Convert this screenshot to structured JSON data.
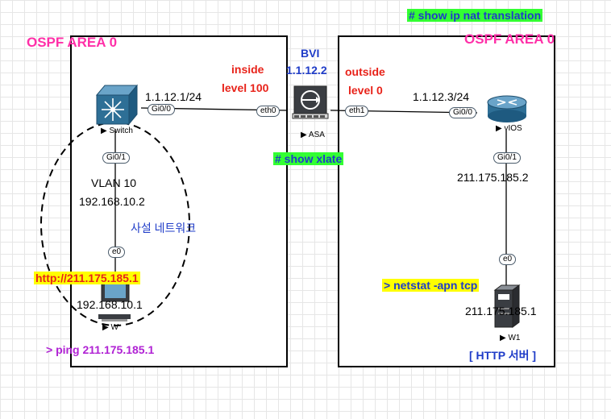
{
  "left_area": {
    "title": "OSPF AREA 0"
  },
  "right_area": {
    "title": "OSPF AREA 0",
    "command": "# show ip nat translation"
  },
  "asa": {
    "name": "ASA",
    "bvi_label": "BVI",
    "bvi_ip": "1.1.12.2",
    "inside_label": "inside",
    "inside_level": "level 100",
    "outside_label": "outside",
    "outside_level": "level 0",
    "command": "# show xlate",
    "port_inside": "eth0",
    "port_outside": "eth1"
  },
  "switch": {
    "name": "Switch",
    "ip": "1.1.12.1/24",
    "port_uplink": "Gi0/0",
    "port_down": "Gi0/1",
    "vlan": "VLAN 10",
    "vlan_ip": "192.168.10.2"
  },
  "private_network_label": "사설 네트워크",
  "pc_left": {
    "name": "W",
    "port": "e0",
    "ip": "192.168.10.1",
    "url": "http://211.175.185.1",
    "command": "> ping 211.175.185.1"
  },
  "router": {
    "name": "vIOS",
    "ip": "1.1.12.3/24",
    "port_left": "Gi0/0",
    "port_down": "Gi0/1",
    "down_ip": "211.175.185.2"
  },
  "pc_right": {
    "name": "W1",
    "port": "e0",
    "ip": "211.175.185.1",
    "command": "> netstat -apn tcp",
    "role": "[ HTTP 서버 ]"
  },
  "colors": {
    "pink": "#ff2fa8",
    "red": "#e8231a",
    "blue": "#1f3cc8",
    "purple": "#b022d4",
    "yellow": "#ffff00",
    "green": "#33ff33",
    "device_blue": "#2e6f96"
  }
}
